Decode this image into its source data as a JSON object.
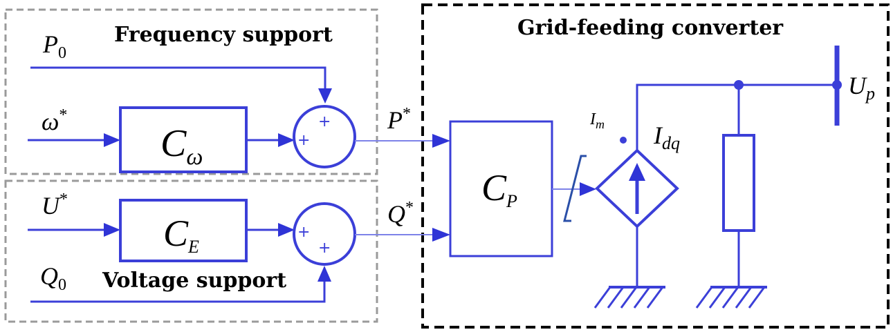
{
  "labels": {
    "frequency_support": "Frequency support",
    "voltage_support": "Voltage support",
    "grid_feeding": "Grid-feeding converter",
    "p0_base": "P",
    "p0_sub": "0",
    "omega_base": "ω",
    "omega_sup": "*",
    "u_base": "U",
    "u_sup": "*",
    "q0_base": "Q",
    "q0_sub": "0",
    "pstar_base": "P",
    "pstar_sup": "*",
    "qstar_base": "Q",
    "qstar_sup": "*",
    "im_base": "I",
    "im_sub": "m",
    "idq_base": "I",
    "idq_sub": "dq",
    "up_base": "U",
    "up_sub": "p"
  },
  "blocks": {
    "c_omega_base": "C",
    "c_omega_sub": "ω",
    "c_e_base": "C",
    "c_e_sub": "E",
    "c_p_base": "C",
    "c_p_sub": "P"
  },
  "summers": {
    "plus": "+"
  },
  "colors": {
    "wire": "#3b3fd8",
    "frame_gray": "#9a9a9a",
    "frame_black": "#000000"
  }
}
